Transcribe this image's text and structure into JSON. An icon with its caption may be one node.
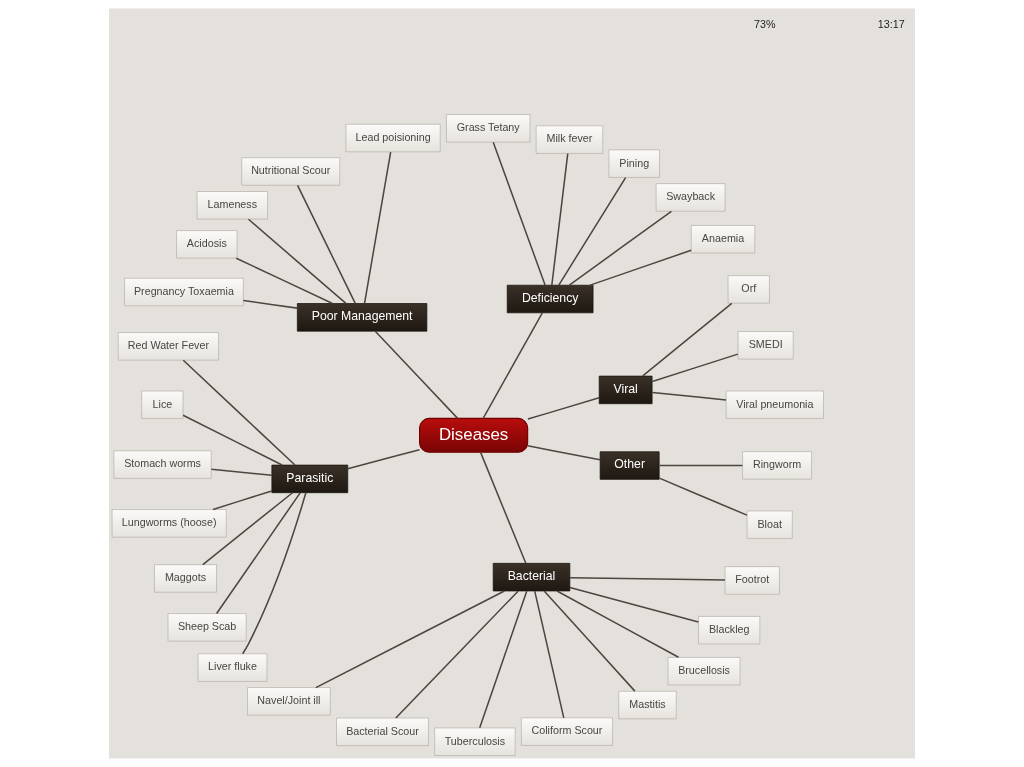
{
  "diagram": {
    "nodes": [
      {
        "text": [
          "Diseases"
        ]
      },
      {
        "text": [
          "Viral"
        ]
      },
      {
        "text": [
          "Viral pneumonia"
        ]
      },
      {
        "text": [
          "SMEDI"
        ]
      },
      {
        "text": [
          "Orf"
        ]
      },
      {
        "text": [
          "Deficiency"
        ]
      },
      {
        "text": [
          "Anaemia"
        ]
      },
      {
        "text": [
          "Swayback"
        ]
      },
      {
        "text": [
          "Pining"
        ]
      },
      {
        "text": [
          "Milk fever"
        ]
      },
      {
        "text": [
          "Grass Tetany"
        ]
      },
      {
        "text": [
          "Poor Management"
        ]
      },
      {
        "text": [
          "Lead poisioning"
        ]
      },
      {
        "text": [
          "Nutritional Scour"
        ]
      },
      {
        "text": [
          "Lameness"
        ]
      },
      {
        "text": [
          "Acidosis"
        ]
      },
      {
        "text": [
          "Pregnancy Toxaemia"
        ]
      },
      {
        "text": [
          "Parasitic"
        ]
      },
      {
        "text": [
          "Red Water Fever"
        ]
      },
      {
        "text": [
          "Lice"
        ]
      },
      {
        "text": [
          "Stomach worms"
        ]
      },
      {
        "text": [
          "Lungworms (hoose)"
        ]
      },
      {
        "text": [
          "Maggots"
        ]
      },
      {
        "text": [
          "Sheep Scab"
        ]
      },
      {
        "text": [
          "Liver fluke"
        ]
      },
      {
        "text": [
          "Bacterial"
        ]
      },
      {
        "text": [
          "Navel/Joint ill"
        ]
      },
      {
        "text": [
          "Bacterial Scour"
        ]
      },
      {
        "text": [
          "Tuberculosis"
        ]
      },
      {
        "text": [
          "Coliform Scour"
        ]
      },
      {
        "text": [
          "Mastitis"
        ]
      },
      {
        "text": [
          "Brucellosis"
        ]
      },
      {
        "text": [
          "Blackleg"
        ]
      },
      {
        "text": [
          "Footrot"
        ]
      },
      {
        "text": [
          "Other"
        ]
      },
      {
        "text": [
          "Bloat"
        ]
      },
      {
        "text": [
          "Ringworm"
        ]
      }
    ],
    "edges": [
      {
        "from": 0,
        "to": 1,
        "arrow": "none"
      },
      {
        "from": 1,
        "to": 2,
        "arrow": "none"
      },
      {
        "from": 1,
        "to": 3,
        "arrow": "none"
      },
      {
        "from": 1,
        "to": 4,
        "arrow": "none"
      },
      {
        "from": 0,
        "to": 5,
        "arrow": "none"
      },
      {
        "from": 5,
        "to": 6,
        "arrow": "none"
      },
      {
        "from": 5,
        "to": 7,
        "arrow": "none"
      },
      {
        "from": 5,
        "to": 8,
        "arrow": "none"
      },
      {
        "from": 5,
        "to": 9,
        "arrow": "none"
      },
      {
        "from": 5,
        "to": 10,
        "arrow": "none"
      },
      {
        "from": 0,
        "to": 11,
        "arrow": "none"
      },
      {
        "from": 11,
        "to": 12,
        "arrow": "none"
      },
      {
        "from": 11,
        "to": 13,
        "arrow": "none"
      },
      {
        "from": 11,
        "to": 14,
        "arrow": "none"
      },
      {
        "from": 11,
        "to": 15,
        "arrow": "none"
      },
      {
        "from": 11,
        "to": 16,
        "arrow": "none"
      },
      {
        "from": 0,
        "to": 17,
        "arrow": "none"
      },
      {
        "from": 17,
        "to": 18,
        "arrow": "none"
      },
      {
        "from": 17,
        "to": 19,
        "arrow": "none"
      },
      {
        "from": 17,
        "to": 20,
        "arrow": "none"
      },
      {
        "from": 17,
        "to": 21,
        "arrow": "none"
      },
      {
        "from": 17,
        "to": 22,
        "arrow": "none"
      },
      {
        "from": 17,
        "to": 23,
        "arrow": "none"
      },
      {
        "from": 17,
        "to": 24,
        "arrow": "none"
      },
      {
        "from": 0,
        "to": 25,
        "arrow": "none"
      },
      {
        "from": 25,
        "to": 26,
        "arrow": "none"
      },
      {
        "from": 25,
        "to": 27,
        "arrow": "none"
      },
      {
        "from": 25,
        "to": 28,
        "arrow": "none"
      },
      {
        "from": 25,
        "to": 29,
        "arrow": "none"
      },
      {
        "from": 25,
        "to": 30,
        "arrow": "none"
      },
      {
        "from": 25,
        "to": 31,
        "arrow": "none"
      },
      {
        "from": 25,
        "to": 32,
        "arrow": "none"
      },
      {
        "from": 25,
        "to": 33,
        "arrow": "none"
      },
      {
        "from": 0,
        "to": 34,
        "arrow": "none"
      },
      {
        "from": 34,
        "to": 35,
        "arrow": "none"
      },
      {
        "from": 34,
        "to": 36,
        "arrow": "none"
      }
    ],
    "labels": [
      "13:17",
      "73%"
    ]
  }
}
